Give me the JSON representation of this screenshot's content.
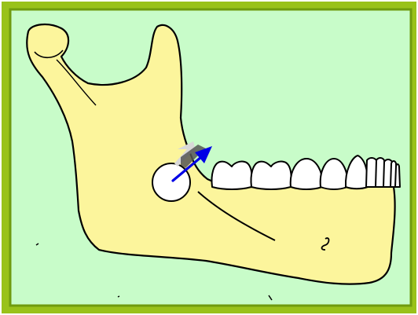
{
  "figure": {
    "subject": "mandible-lateral-view",
    "colors": {
      "frame_outer": "#99c21a",
      "frame_inner": "#6f9b0e",
      "background": "#c8fcc9",
      "bone": "#fcf59c",
      "outline": "#000000",
      "teeth": "#ffffff",
      "arrow_primary": "#0000e6",
      "arrow_ghost_dark": "#4a4a4a",
      "arrow_ghost_light": "#d8d8d8",
      "marker_circle": "#ffffff"
    },
    "elements": {
      "condyle": "condyle",
      "ramus": "ramus",
      "body": "mandible-body",
      "teeth_count": 10,
      "indicator": "direction-arrow",
      "pivot": "pivot-circle"
    }
  }
}
